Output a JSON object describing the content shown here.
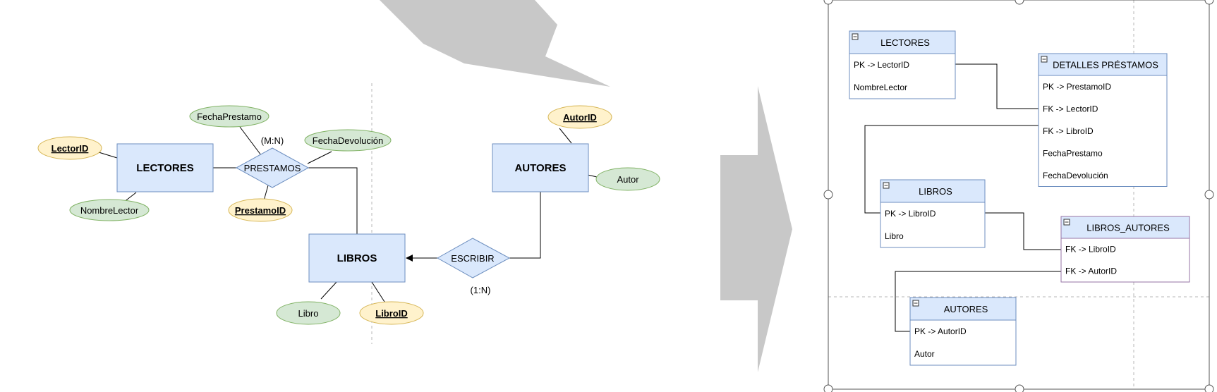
{
  "colors": {
    "entity_fill": "#dae8fc",
    "entity_stroke": "#6c8ebf",
    "attr_fill": "#d5e8d4",
    "attr_stroke": "#82b366",
    "key_fill": "#fff2cc",
    "key_stroke": "#d6b656",
    "table_stroke": "#6c8ebf",
    "table_alt_stroke": "#9673a6",
    "arrow_grey": "#c8c8c8",
    "guide": "#b7b7b7"
  },
  "er": {
    "entities": {
      "lectores": "LECTORES",
      "libros": "LIBROS",
      "autores": "AUTORES"
    },
    "relationships": {
      "prestamos": "PRESTAMOS",
      "escribir": "ESCRIBIR"
    },
    "attributes": {
      "fecha_prestamo": "FechaPrestamo",
      "fecha_devolucion": "FechaDevolución",
      "nombre_lector": "NombreLector",
      "libro": "Libro",
      "autor": "Autor"
    },
    "keys": {
      "lector_id": "LectorID",
      "prestamo_id": "PrestamoID",
      "libro_id": "LibroID",
      "autor_id": "AutorID"
    },
    "cardinalities": {
      "prestamos": "(M:N)",
      "escribir": "(1:N)"
    }
  },
  "tables": {
    "collapse_symbol": "−",
    "lectores": {
      "title": "LECTORES",
      "rows": [
        "PK -> LectorID",
        "NombreLector"
      ]
    },
    "detalles_prestamos": {
      "title": "DETALLES PRÉSTAMOS",
      "rows": [
        "PK -> PrestamoID",
        "FK -> LectorID",
        "FK -> LibroID",
        "FechaPrestamo",
        "FechaDevolución"
      ]
    },
    "libros": {
      "title": "LIBROS",
      "rows": [
        "PK -> LibroID",
        "Libro"
      ]
    },
    "libros_autores": {
      "title": "LIBROS_AUTORES",
      "rows": [
        "FK -> LibroID",
        "FK -> AutorID"
      ]
    },
    "autores": {
      "title": "AUTORES",
      "rows": [
        "PK -> AutorID",
        "Autor"
      ]
    }
  }
}
